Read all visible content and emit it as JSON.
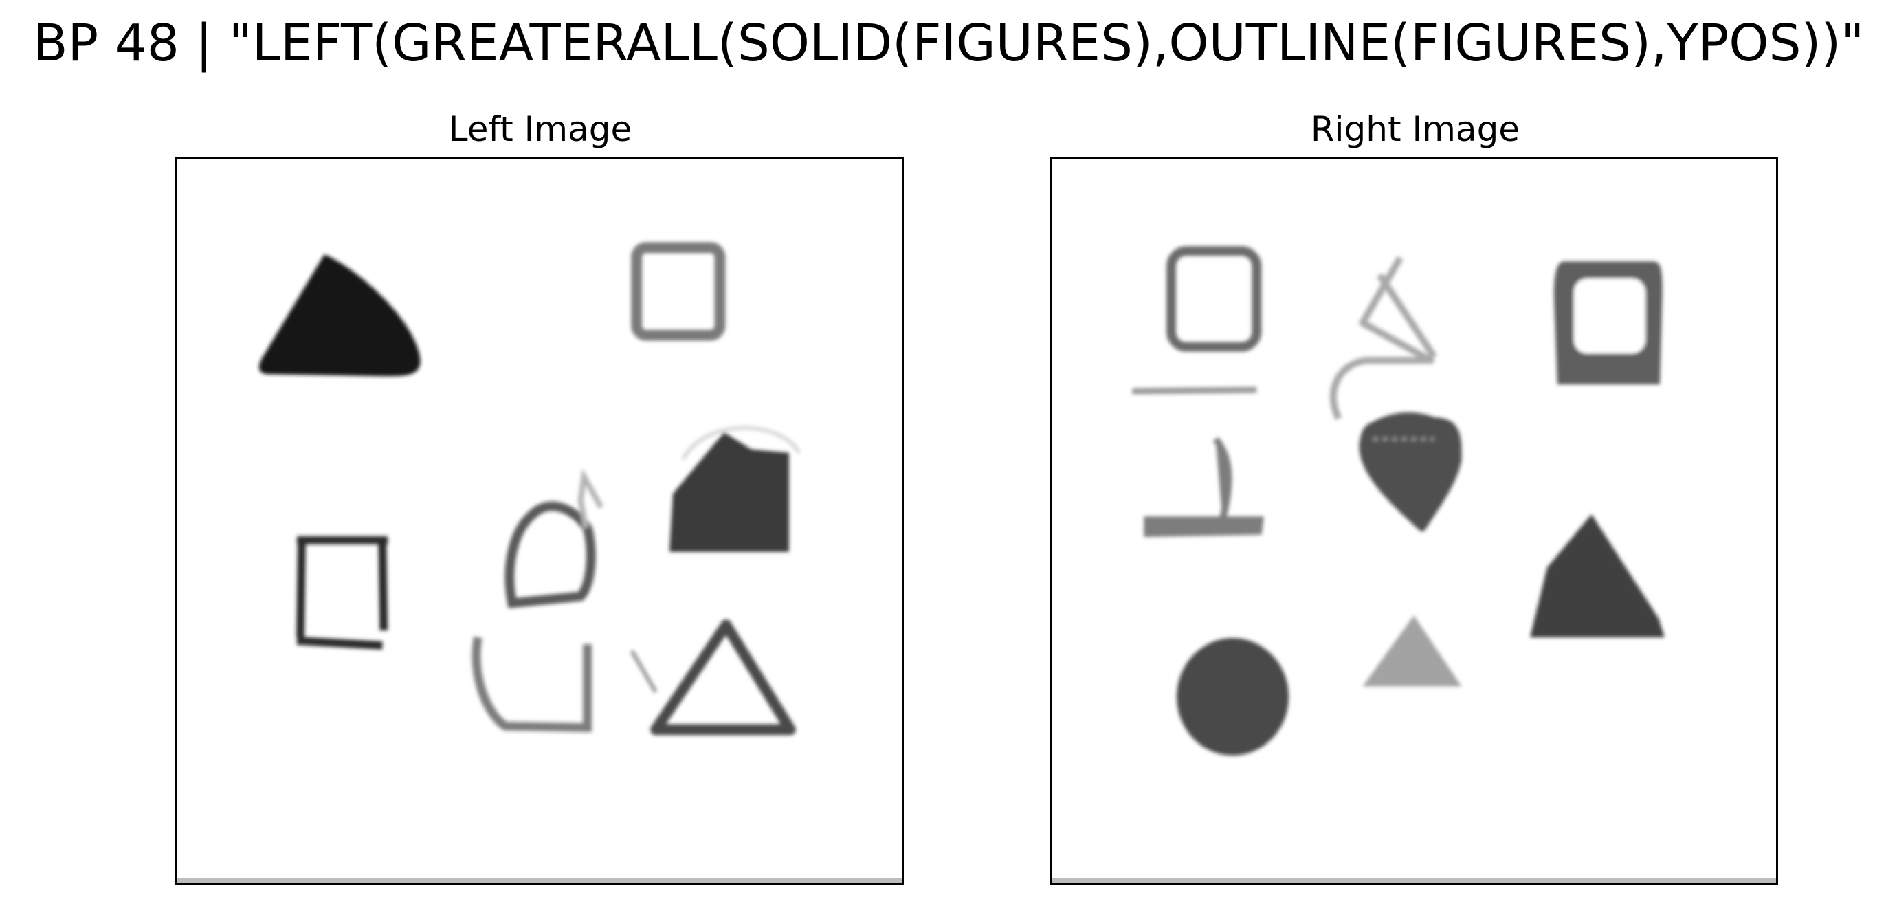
{
  "figure": {
    "title": "BP 48 | \"LEFT(GREATERALL(SOLID(FIGURES),OUTLINE(FIGURES),YPOS))\""
  },
  "panels": {
    "left": {
      "title": "Left Image",
      "figures": [
        {
          "shape": "triangle",
          "style": "solid"
        },
        {
          "shape": "square",
          "style": "outline"
        },
        {
          "shape": "pentagon",
          "style": "solid"
        },
        {
          "shape": "square",
          "style": "outline"
        },
        {
          "shape": "circle-with-triangle",
          "style": "outline"
        },
        {
          "shape": "open-square",
          "style": "outline"
        },
        {
          "shape": "triangle",
          "style": "outline"
        }
      ]
    },
    "right": {
      "title": "Right Image",
      "figures": [
        {
          "shape": "square",
          "style": "outline"
        },
        {
          "shape": "triangle",
          "style": "outline"
        },
        {
          "shape": "square",
          "style": "outline"
        },
        {
          "shape": "angle",
          "style": "outline"
        },
        {
          "shape": "shield",
          "style": "solid"
        },
        {
          "shape": "pentagon",
          "style": "solid"
        },
        {
          "shape": "circle",
          "style": "solid"
        },
        {
          "shape": "triangle",
          "style": "solid"
        }
      ]
    }
  },
  "colors": {
    "solid_dark": "#1a1a1a",
    "solid_mid": "#3c3c3c",
    "solid_light": "#8a8a8a",
    "outline": "#6e6e6e"
  }
}
